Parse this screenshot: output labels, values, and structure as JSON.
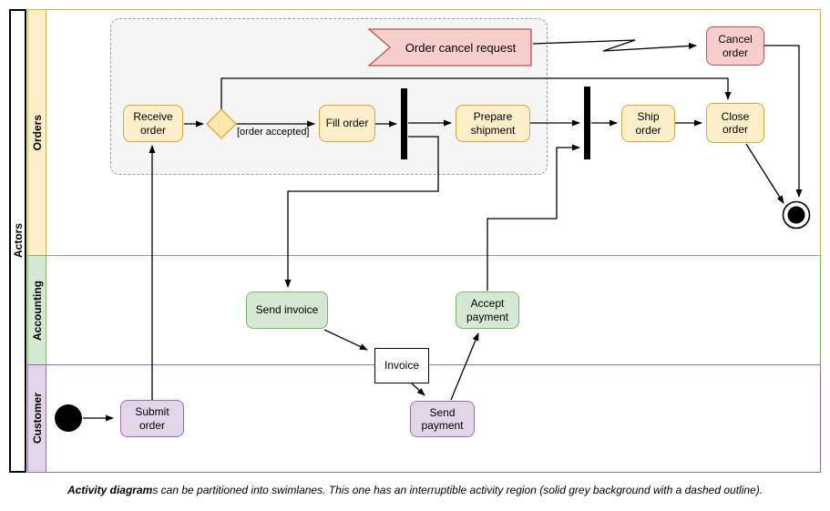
{
  "pool": {
    "label": "Actors"
  },
  "lanes": [
    {
      "id": "orders",
      "label": "Orders"
    },
    {
      "id": "accounting",
      "label": "Accounting"
    },
    {
      "id": "customer",
      "label": "Customer"
    }
  ],
  "nodes": {
    "receive_order": "Receive order",
    "fill_order": "Fill order",
    "prepare_shipment": "Prepare shipment",
    "ship_order": "Ship order",
    "close_order": "Close order",
    "cancel_order": "Cancel order",
    "order_cancel_request": "Order cancel request",
    "submit_order": "Submit order",
    "send_invoice": "Send invoice",
    "accept_payment": "Accept payment",
    "send_payment": "Send payment",
    "invoice": "Invoice"
  },
  "edge_labels": {
    "order_accepted": "[order accepted]"
  },
  "caption": {
    "bold": "Activity diagram",
    "rest": "s can be partitioned into swimlanes. This one has an interruptible activity region (solid grey background with a dashed outline)."
  },
  "colors": {
    "yellow_fill": "#ffeeca",
    "yellow_stroke": "#d6a842",
    "green_fill": "#d5e8d4",
    "green_stroke": "#82b366",
    "purple_fill": "#e1d5e7",
    "purple_stroke": "#9673a6",
    "pink_fill": "#f8cecc",
    "pink_stroke": "#b85450",
    "region_fill": "#f5f5f5",
    "region_stroke": "#9b9b9b",
    "edge_color": "#000000"
  }
}
